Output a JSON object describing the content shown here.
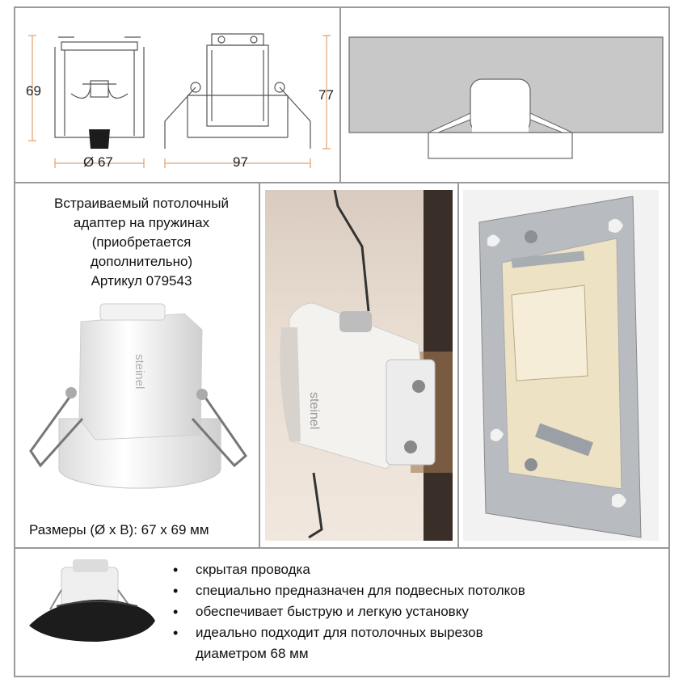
{
  "dimensions": {
    "height_left": "69",
    "diameter": "Ø 67",
    "width": "97",
    "height_right": "77"
  },
  "adapter_description": {
    "lines": [
      "Встраиваемый потолочный",
      "адаптер на пружинах",
      "(приобретается",
      "дополнительно)",
      "Артикул 079543"
    ],
    "brand_on_product": "steinel"
  },
  "size_label": "Размеры (Ø x B): 67 x 69 мм",
  "features": [
    "скрытая проводка",
    "специально предназначен для подвесных потолков",
    "обеспечивает быструю и легкую установку",
    "идеально подходит для потолочных вырезов",
    "диаметром 68 мм"
  ],
  "bullet_glyph": "•",
  "colors": {
    "frame": "#9a9a9a",
    "ceiling_section": "#c8c8c8",
    "metal_plate": "#b8bcc0",
    "sensor_black": "#1c1c1c"
  }
}
